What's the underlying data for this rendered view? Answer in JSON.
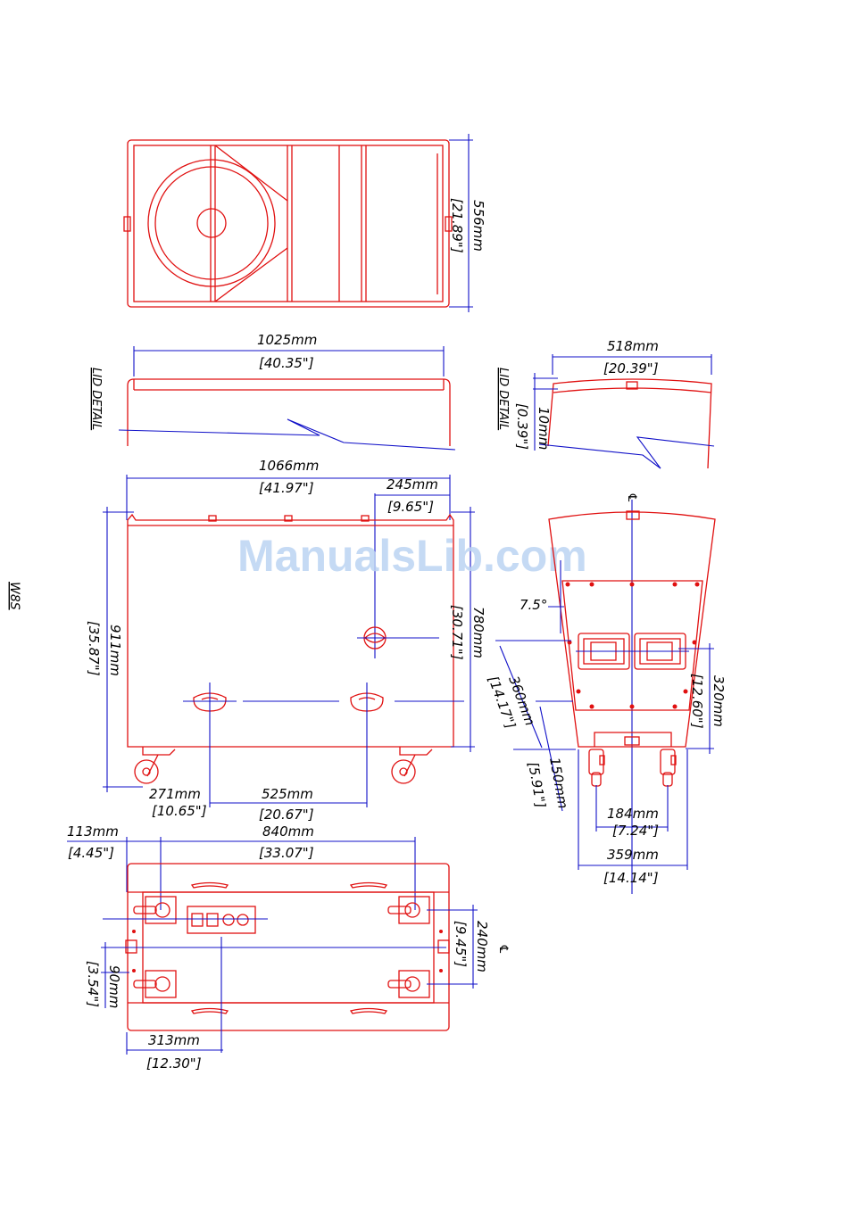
{
  "side_label": "W8S",
  "watermark": "ManualsLib.com",
  "lid_detail_label": "LID DETAIL",
  "centerline_symbol": "℄",
  "dims": {
    "top_height_mm": "556mm",
    "top_height_in": "[21.89\"]",
    "lid_width_mm": "1025mm",
    "lid_width_in": "[40.35\"]",
    "lid_side_width_mm": "518mm",
    "lid_side_width_in": "[20.39\"]",
    "lid_thick_mm": "10mm",
    "lid_thick_in": "[0.39\"]",
    "front_width_mm": "1066mm",
    "front_width_in": "[41.97\"]",
    "handle_off_mm": "245mm",
    "handle_off_in": "[9.65\"]",
    "total_height_mm": "911mm",
    "total_height_in": "[35.87\"]",
    "body_height_mm": "780mm",
    "body_height_in": "[30.71\"]",
    "grip_off_mm": "271mm",
    "grip_off_in": "[10.65\"]",
    "grip_span_mm": "525mm",
    "grip_span_in": "[20.67\"]",
    "angle": "7.5°",
    "side_h1_mm": "360mm",
    "side_h1_in": "[14.17\"]",
    "side_h2_mm": "320mm",
    "side_h2_in": "[12.60\"]",
    "side_h3_mm": "150mm",
    "side_h3_in": "[5.91\"]",
    "side_w1_mm": "184mm",
    "side_w1_in": "[7.24\"]",
    "side_w2_mm": "359mm",
    "side_w2_in": "[14.14\"]",
    "bot_off_mm": "113mm",
    "bot_off_in": "[4.45\"]",
    "bot_span_mm": "840mm",
    "bot_span_in": "[33.07\"]",
    "bot_w_mm": "240mm",
    "bot_w_in": "[9.45\"]",
    "bot_h_mm": "90mm",
    "bot_h_in": "[3.54\"]",
    "bot_x_mm": "313mm",
    "bot_x_in": "[12.30\"]"
  }
}
